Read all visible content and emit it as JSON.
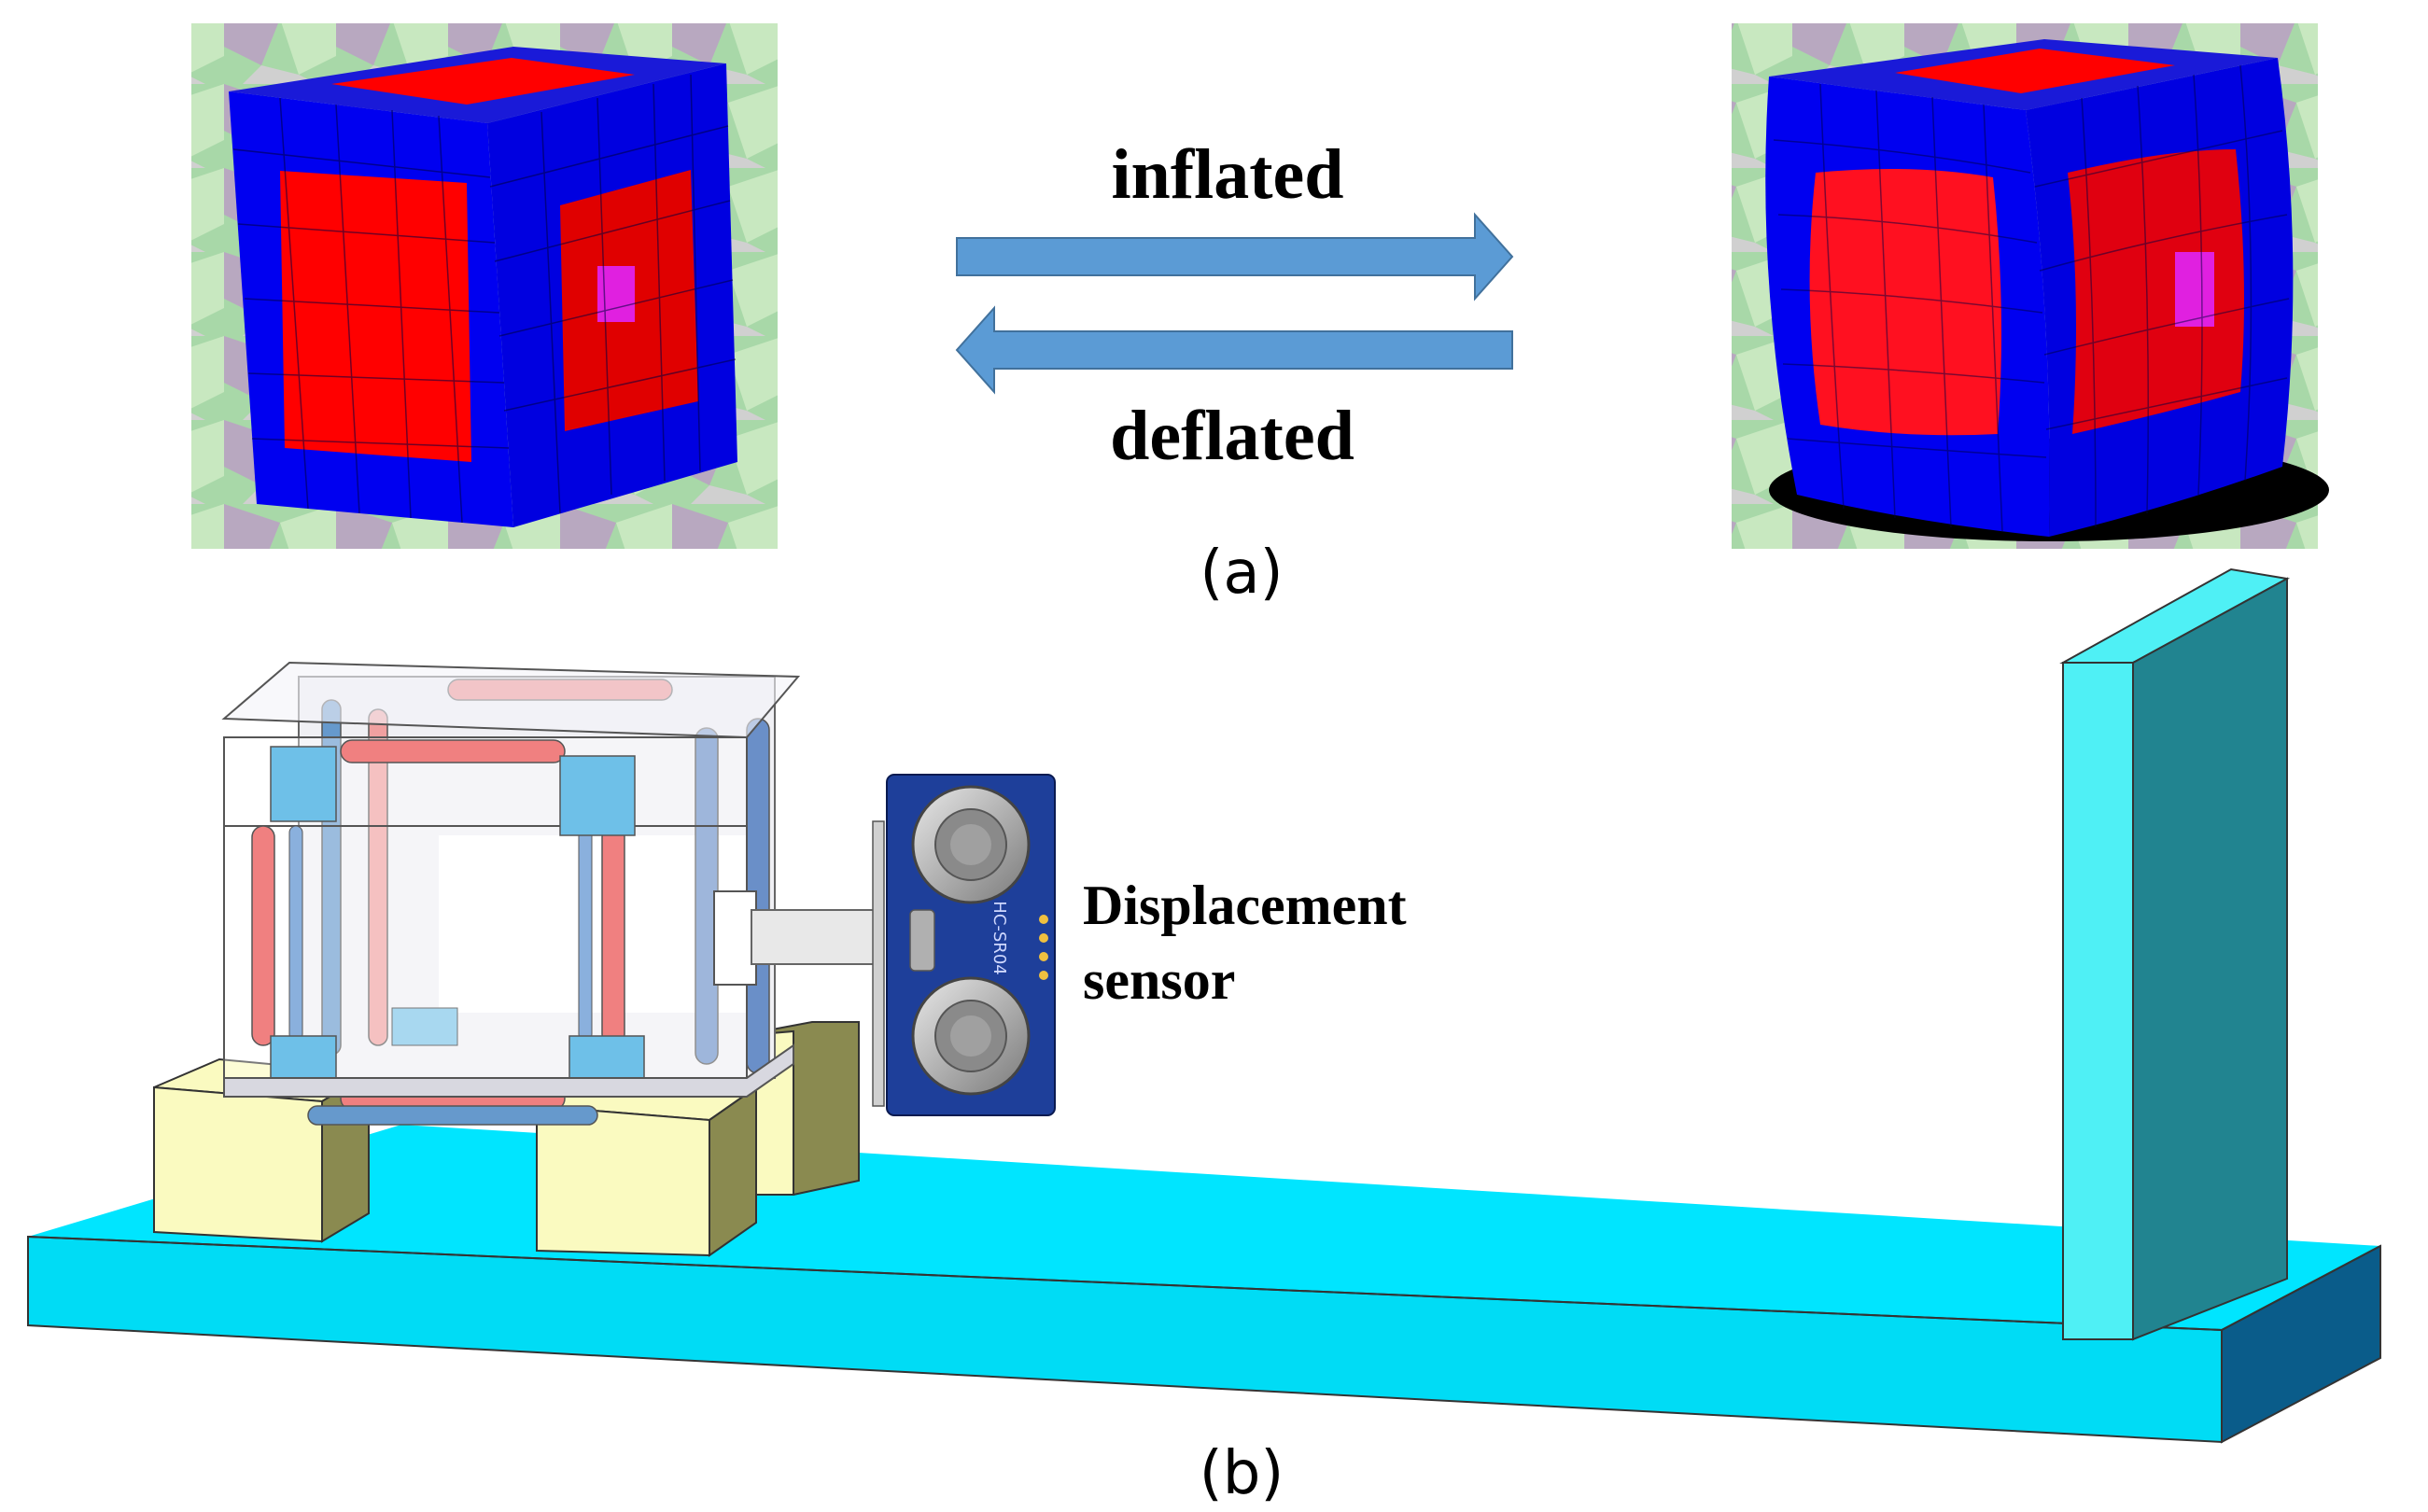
{
  "panel_a": {
    "caption": "(a)",
    "top_arrow_label": "inflated",
    "bottom_arrow_label": "deflated"
  },
  "panel_b": {
    "caption": "(b)",
    "sensor_label_line1": "Displacement",
    "sensor_label_line2": "sensor",
    "sensor_chip_text": "HC-SR04"
  },
  "colors": {
    "cube_blue": "#0000f0",
    "cube_red": "#ff0000",
    "cube_magenta": "#e020e0",
    "arrow_blue": "#5b9bd5",
    "base_cyan": "#00e5ff",
    "wall_cyan": "#4ff0f5",
    "wall_side": "#218490",
    "support_yellow": "#fafac0",
    "support_side": "#8a8a50"
  }
}
